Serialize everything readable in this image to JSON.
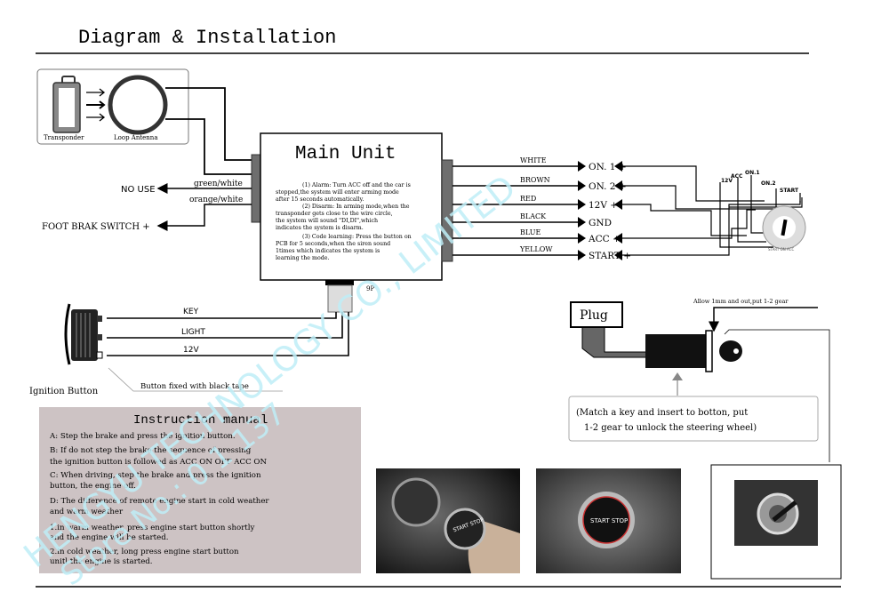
{
  "title": "Diagram & Installation",
  "transponder_panel": {
    "transponder_label": "Transponder",
    "antenna_label": "Loop Antenna"
  },
  "main_unit": {
    "title": "Main Unit",
    "notes": [
      "(1) Alarm: Turn ACC off and the car is",
      "stopped,the system will enter arming mode",
      "after 15 seconds automatically.",
      "(2) Disarm: In arming mode,when the",
      "transponder gets close to the wire circle,",
      "the system will sound \"DI,DI\",which",
      "indicates the system is disarm.",
      "(3) Code learning: Press the button on",
      "PCB for 5 seconds,when the siren sound",
      "1times which indicates the system is",
      "learning the mode."
    ],
    "connector_label": "9P"
  },
  "left_wires": {
    "green_white": "green/white",
    "orange_white": "orange/white",
    "no_use": "NO USE",
    "foot_brake": "FOOT BRAK SWITCH +"
  },
  "right_wires": [
    {
      "color": "WHITE",
      "terminal": "ON. 1 +"
    },
    {
      "color": "BROWN",
      "terminal": "ON. 2 +"
    },
    {
      "color": "RED",
      "terminal": "12V +"
    },
    {
      "color": "BLACK",
      "terminal": "GND"
    },
    {
      "color": "BLUE",
      "terminal": "ACC +"
    },
    {
      "color": "YELLOW",
      "terminal": "START +"
    }
  ],
  "ignition_switch": {
    "labels": [
      "12V",
      "ACC",
      "ON.1",
      "ON.2",
      "START"
    ],
    "dial": "START ON ACC"
  },
  "ignition_button": {
    "wires": [
      "KEY",
      "LIGHT",
      "12V"
    ],
    "label": "Ignition Button",
    "note": "Button fixed with black tape"
  },
  "instruction_manual": {
    "title": "Instruction manual",
    "lines": [
      "A: Step the brake and press the ignition button.",
      "B: If do not step the brake  the sequence of pressing",
      "   the ignition button is followed as ACC ON OFF ACC ON",
      "C: When driving, step the brake and press the ignition",
      "   button, the engine off.",
      "D: The difference of remote engine start in cold weather",
      "   and warm weather",
      "    1.in warm weather, press engine start button shortly",
      "      and the engine will be started.",
      "    2.in cold weather, long press engine start button",
      "      unitl the engine is started."
    ]
  },
  "plug": {
    "label": "Plug",
    "allow_note": "Allow 1mm and out,put 1-2 gear",
    "callout": [
      "(Match a key and insert to botton, put",
      "1-2 gear to unlock the steering wheel)"
    ]
  },
  "photos": {
    "button_text_1": "START STOP",
    "button_text_2": "START STOP"
  },
  "watermark": {
    "line1": "HENGYU TECHNOLOGY CO., LIMITED",
    "line2": "Store No.: 0 1 137"
  },
  "colors": {
    "manual_bg": "#cdc3c4",
    "watermark": "#bfeef7",
    "connector": "#6e6e6e"
  }
}
